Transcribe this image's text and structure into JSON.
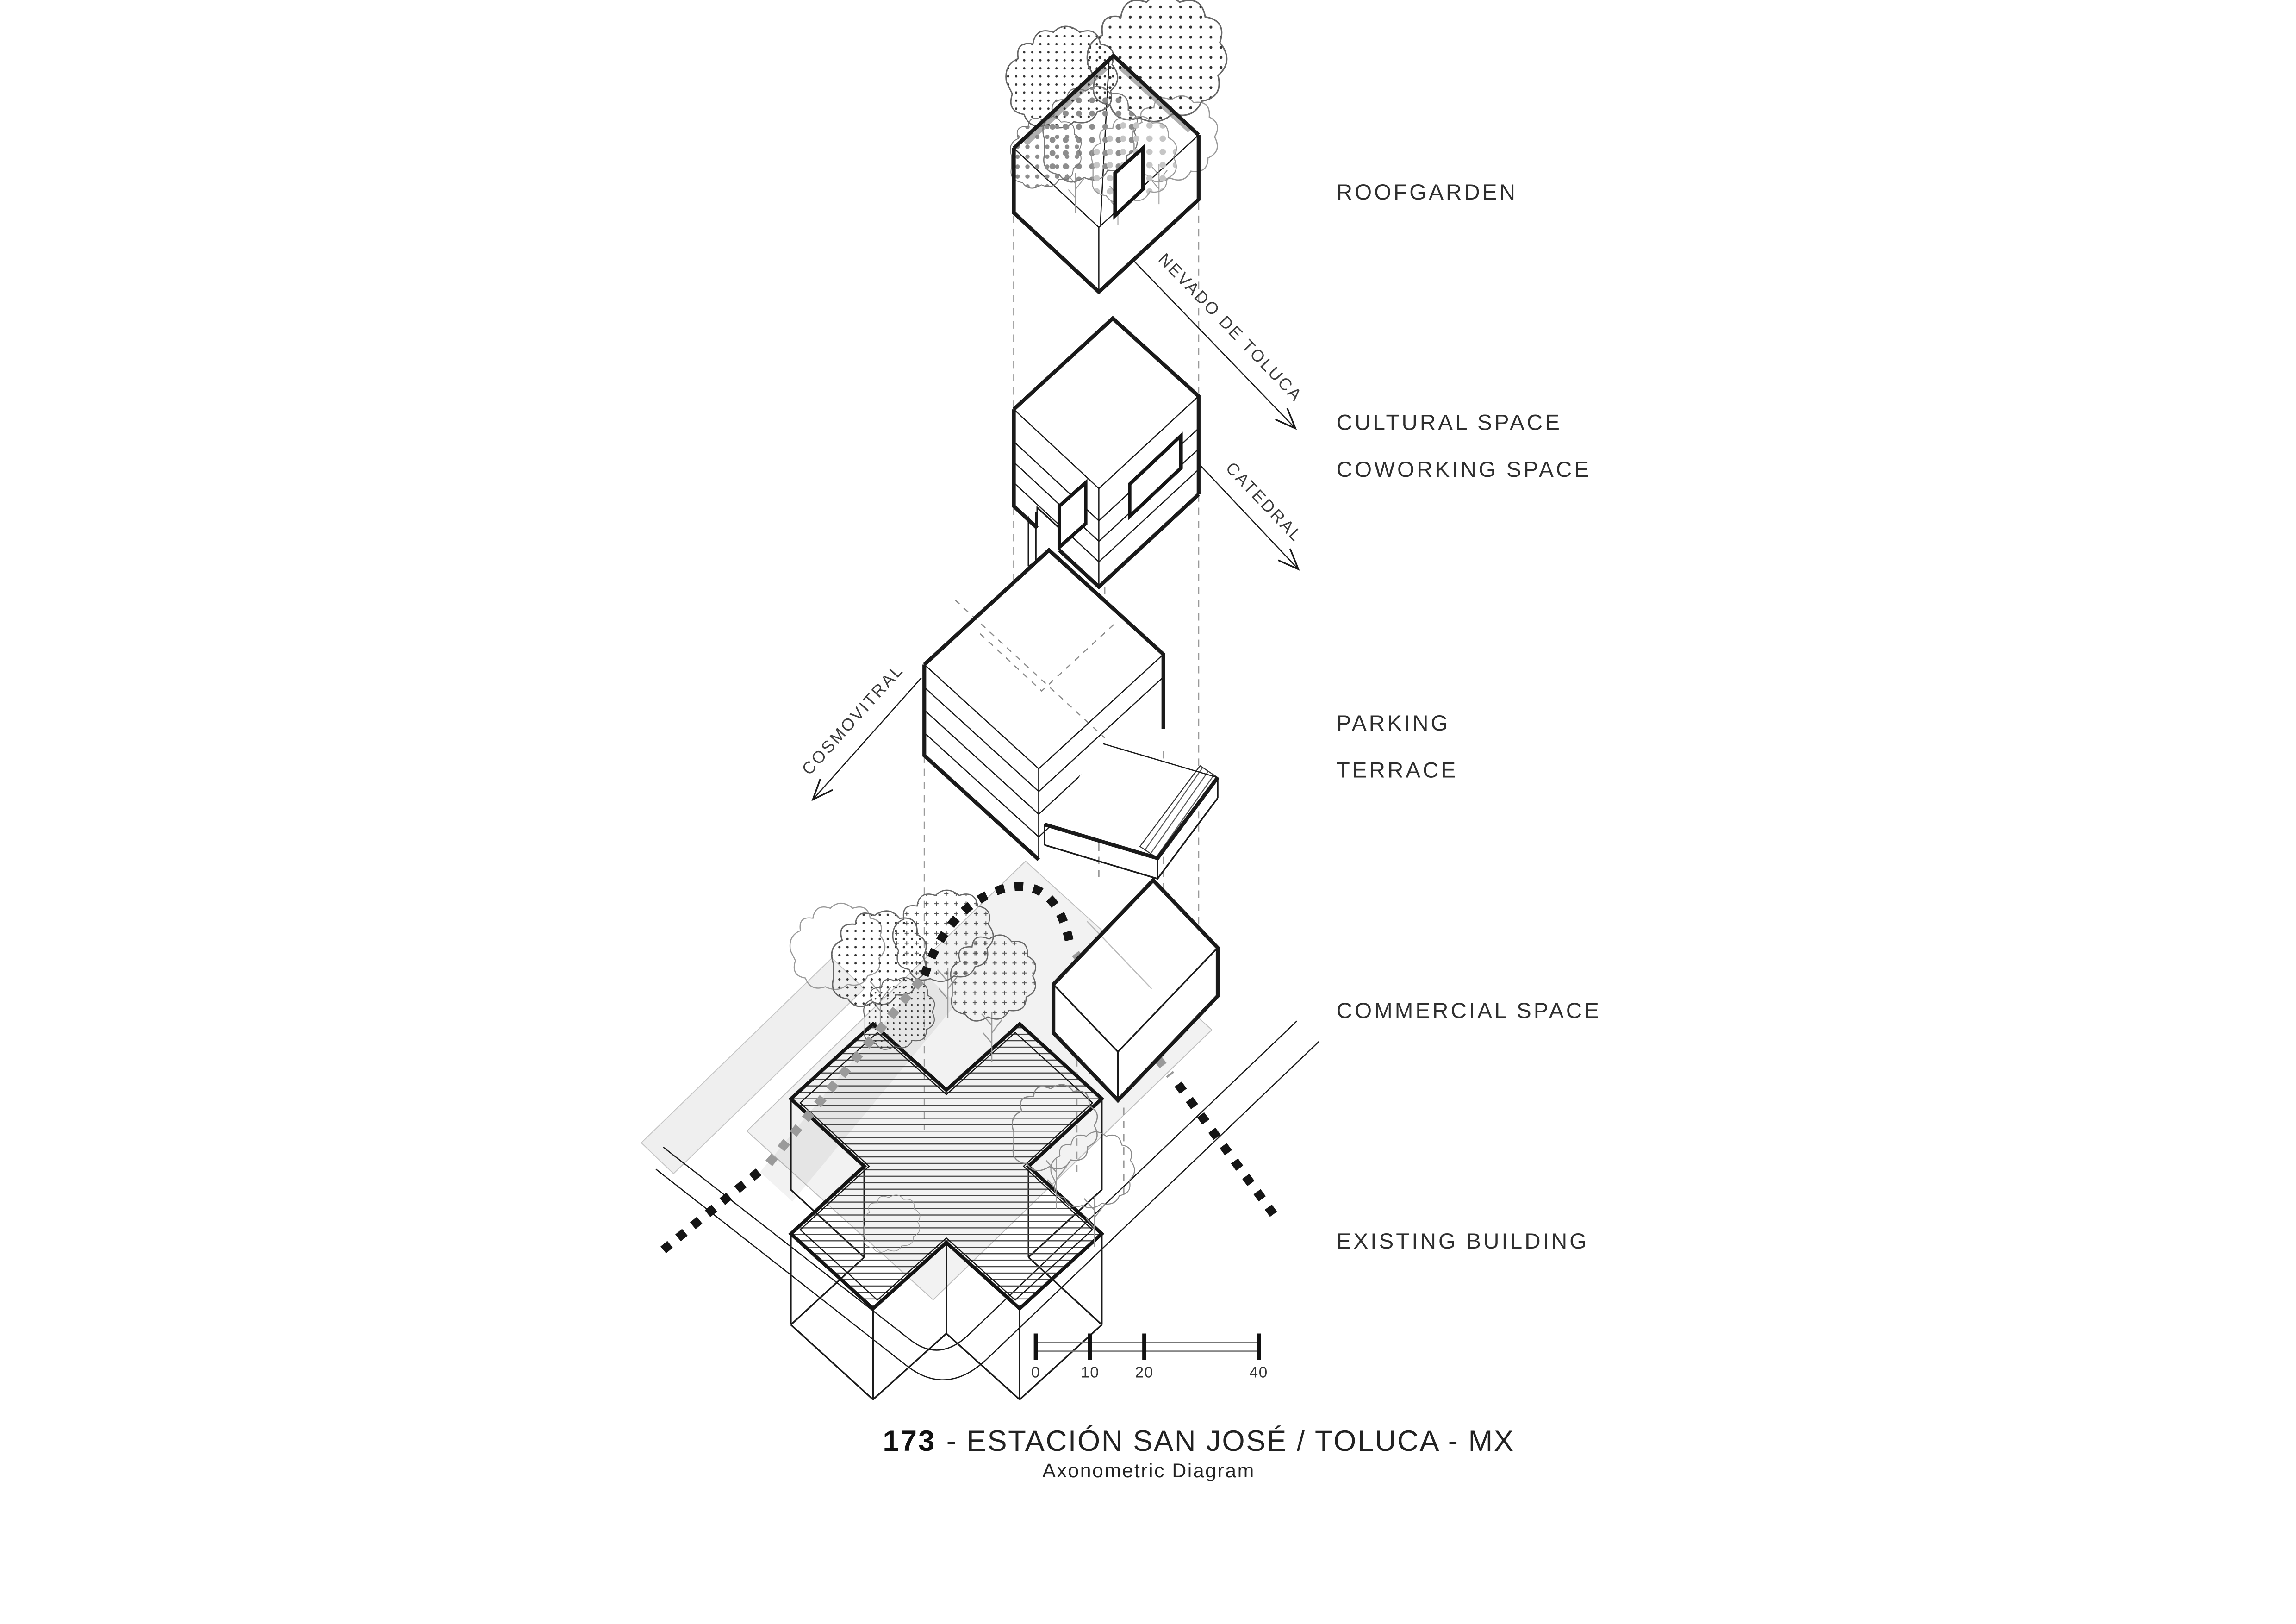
{
  "document": {
    "title_number": "173",
    "title_text": "- ESTACIÓN SAN JOSÉ / TOLUCA - MX",
    "subtitle": "Axonometric Diagram"
  },
  "layers": {
    "roofgarden": "ROOFGARDEN",
    "cultural": "CULTURAL SPACE",
    "coworking": "COWORKING SPACE",
    "parking": "PARKING",
    "terrace": "TERRACE",
    "commercial": "COMMERCIAL SPACE",
    "existing": "EXISTING BUILDING"
  },
  "context_arrows": {
    "nevado": "NEVADO DE TOLUCA",
    "catedral": "CATEDRAL",
    "cosmovitral": "COSMOVITRAL"
  },
  "scalebar": {
    "ticks": [
      "0",
      "10",
      "20",
      "40"
    ]
  },
  "colors": {
    "ink": "#1a1a1a",
    "line_gray": "#9a9a9a",
    "site_fill": "#f2f2f2"
  }
}
